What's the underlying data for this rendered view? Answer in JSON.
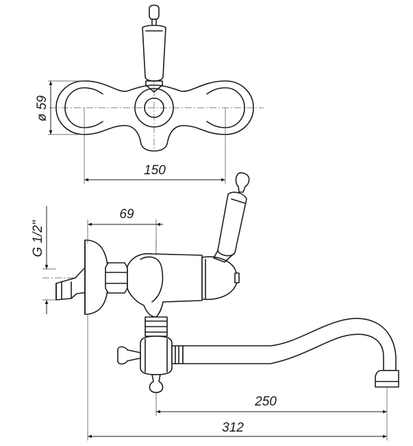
{
  "dimensions": {
    "diameter_label": "ø 59",
    "width_top_label": "150",
    "offset_label": "69",
    "thread_label": "G 1/2\"",
    "spout_label": "250",
    "total_label": "312"
  }
}
